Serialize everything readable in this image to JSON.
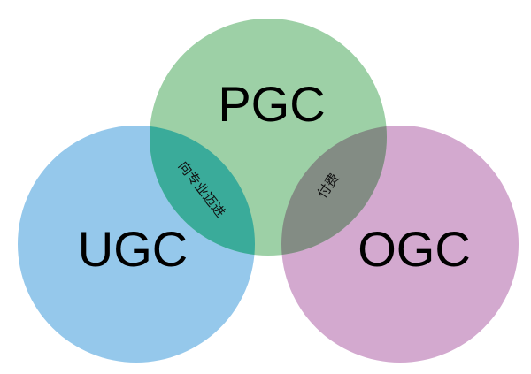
{
  "sets": [
    {
      "id": "ugc",
      "label": "UGC",
      "color": "#95c8eb"
    },
    {
      "id": "pgc",
      "label": "PGC",
      "color": "#9dd0a6"
    },
    {
      "id": "ogc",
      "label": "OGC",
      "color": "#d3a9cf"
    }
  ],
  "overlaps": [
    {
      "sets": [
        "ugc",
        "pgc"
      ],
      "label": "向专业迈进",
      "color": "#3aab9a"
    },
    {
      "sets": [
        "pgc",
        "ogc"
      ],
      "label": "付费",
      "color": "#838c84"
    }
  ]
}
